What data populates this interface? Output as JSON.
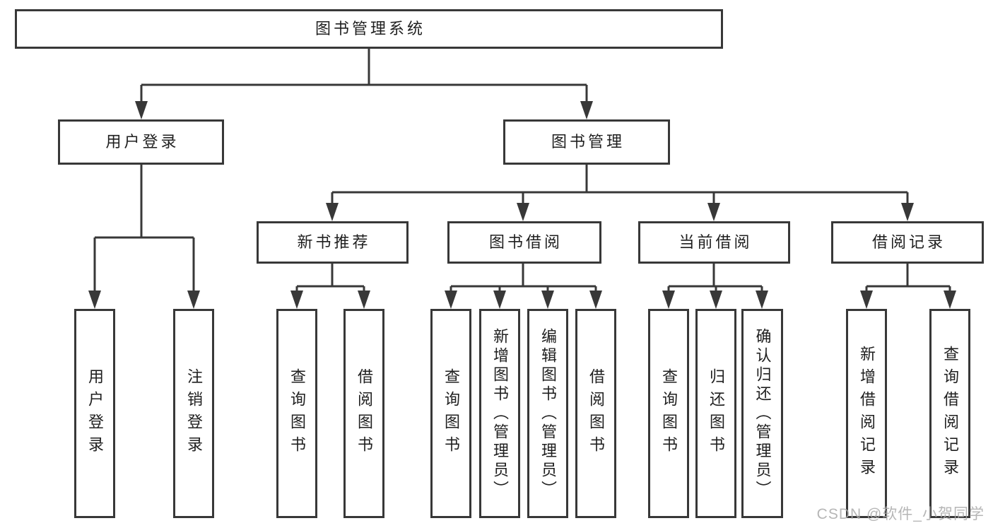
{
  "tree": {
    "label": "图书管理系统",
    "children": [
      {
        "label": "用户登录",
        "children": [
          {
            "label": "用户登录"
          },
          {
            "label": "注销登录"
          }
        ]
      },
      {
        "label": "图书管理",
        "children": [
          {
            "label": "新书推荐",
            "children": [
              {
                "label": "查询图书"
              },
              {
                "label": "借阅图书"
              }
            ]
          },
          {
            "label": "图书借阅",
            "children": [
              {
                "label": "查询图书"
              },
              {
                "label": "新增图书（管理员）"
              },
              {
                "label": "编辑图书（管理员）"
              },
              {
                "label": "借阅图书"
              }
            ]
          },
          {
            "label": "当前借阅",
            "children": [
              {
                "label": "查询图书"
              },
              {
                "label": "归还图书"
              },
              {
                "label": "确认归还（管理员）"
              }
            ]
          },
          {
            "label": "借阅记录",
            "children": [
              {
                "label": "新增借阅记录"
              },
              {
                "label": "查询借阅记录"
              }
            ]
          }
        ]
      }
    ]
  },
  "watermark": "CSDN @软件_小贺同学",
  "colors": {
    "line": "#383838",
    "text": "#1f1f1f",
    "watermark": "#aaaaaa",
    "background": "#ffffff"
  }
}
